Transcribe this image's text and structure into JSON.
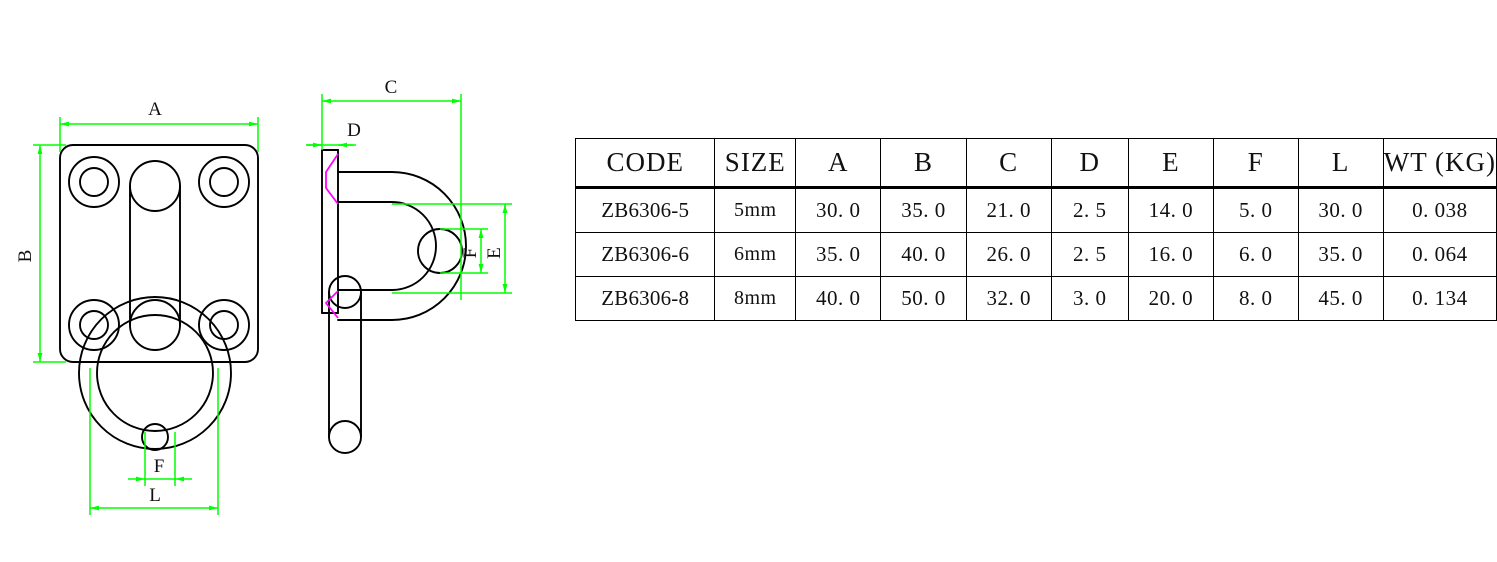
{
  "drawing": {
    "title": "ZB6306 pad eye / ring plate engineering drawing",
    "views": [
      {
        "name": "front-view",
        "label": ""
      },
      {
        "name": "side-view",
        "label": ""
      }
    ],
    "dimension_labels": [
      {
        "id": "A",
        "text": "A",
        "view": "front-view",
        "orientation": "horizontal"
      },
      {
        "id": "B",
        "text": "B",
        "view": "front-view",
        "orientation": "vertical"
      },
      {
        "id": "F-front",
        "text": "F",
        "view": "front-view",
        "orientation": "horizontal"
      },
      {
        "id": "L",
        "text": "L",
        "view": "front-view",
        "orientation": "horizontal"
      },
      {
        "id": "C",
        "text": "C",
        "view": "side-view",
        "orientation": "horizontal"
      },
      {
        "id": "D",
        "text": "D",
        "view": "side-view",
        "orientation": "horizontal"
      },
      {
        "id": "E",
        "text": "E",
        "view": "side-view",
        "orientation": "vertical"
      },
      {
        "id": "F-side",
        "text": "F",
        "view": "side-view",
        "orientation": "vertical"
      }
    ],
    "colors": {
      "outline": "#000000",
      "dimension": "#00ff00",
      "weld_symbol": "#ff00ff",
      "background": "#ffffff"
    }
  },
  "table": {
    "name": "specification-table",
    "columns": [
      "CODE",
      "SIZE",
      "A",
      "B",
      "C",
      "D",
      "E",
      "F",
      "L",
      "WT (KG)"
    ],
    "rows": [
      {
        "code": "ZB6306-5",
        "size": "5mm",
        "A": "30. 0",
        "B": "35. 0",
        "C": "21. 0",
        "D": "2. 5",
        "E": "14. 0",
        "F": "5. 0",
        "L": "30. 0",
        "wt": "0. 038"
      },
      {
        "code": "ZB6306-6",
        "size": "6mm",
        "A": "35. 0",
        "B": "40. 0",
        "C": "26. 0",
        "D": "2. 5",
        "E": "16. 0",
        "F": "6. 0",
        "L": "35. 0",
        "wt": "0. 064"
      },
      {
        "code": "ZB6306-8",
        "size": "8mm",
        "A": "40. 0",
        "B": "50. 0",
        "C": "32. 0",
        "D": "3. 0",
        "E": "20. 0",
        "F": "8. 0",
        "L": "45. 0",
        "wt": "0. 134"
      }
    ]
  }
}
